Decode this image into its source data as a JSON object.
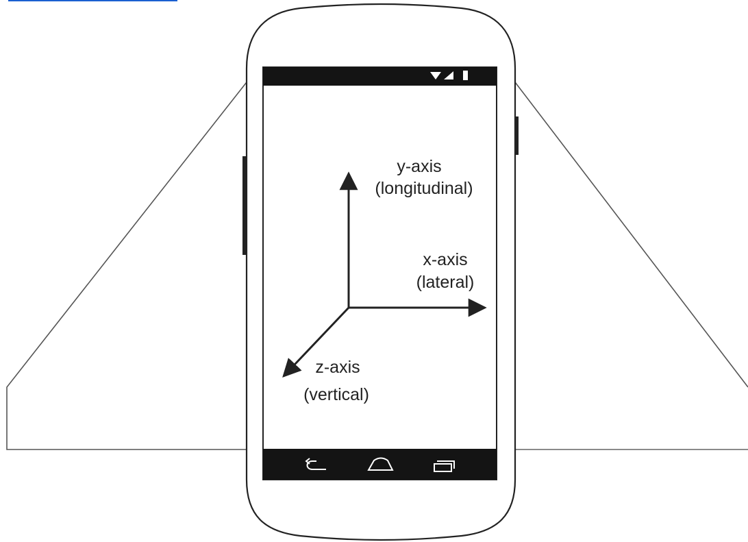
{
  "colors": {
    "stroke": "#222222",
    "bar": "#141414",
    "link": "#1a5fd0",
    "ground": "#8a8a8a"
  },
  "status_bar": {
    "icons": [
      "wifi-icon",
      "cell-signal-icon",
      "battery-icon"
    ]
  },
  "nav_bar": {
    "icons": [
      "back-icon",
      "home-icon",
      "recents-icon"
    ]
  },
  "axes": {
    "y": {
      "line1": "y-axis",
      "line2": "(longitudinal)"
    },
    "x": {
      "line1": "x-axis",
      "line2": "(lateral)"
    },
    "z": {
      "line1": "z-axis",
      "line2": "(vertical)"
    }
  }
}
